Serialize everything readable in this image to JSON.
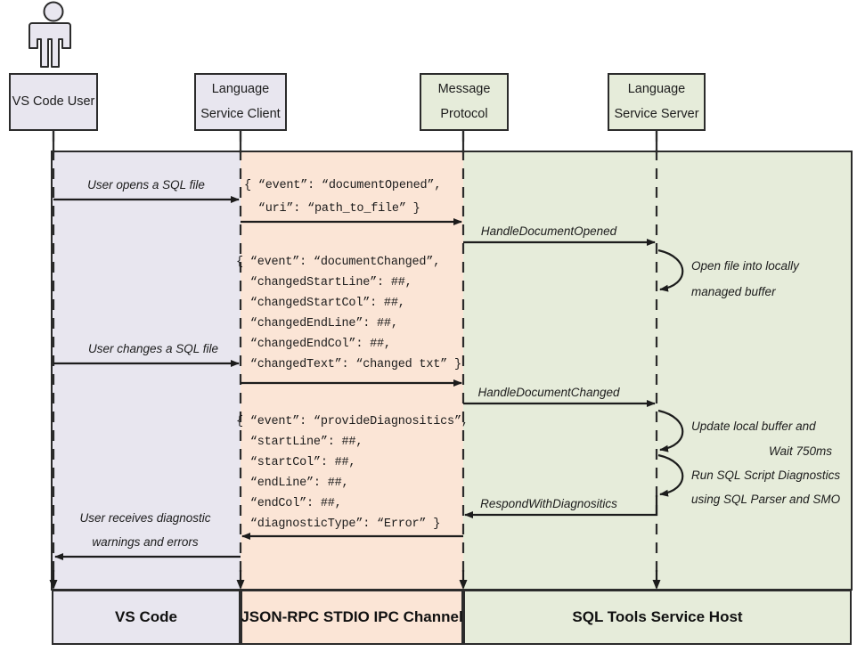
{
  "diagram": {
    "title": "SQL Tools Service Language Protocol Sequence",
    "actor_name": "stick-figure-actor",
    "colors": {
      "vscode_band": "#e8e6ef",
      "protocol_band": "#fbe5d6",
      "service_band": "#e6ecda",
      "stroke": "#2b2b2b",
      "text": "#1c1c1c"
    }
  },
  "participants": [
    {
      "id": "vs-code-user",
      "line1": "VS Code User",
      "line2": ""
    },
    {
      "id": "language-service-client",
      "line1": "Language",
      "line2": "Service Client"
    },
    {
      "id": "message-protocol",
      "line1": "Message",
      "line2": "Protocol"
    },
    {
      "id": "language-service-server",
      "line1": "Language",
      "line2": "Service Server"
    }
  ],
  "messages": [
    {
      "id": "user-opens-sql-file",
      "label": "User opens a SQL file"
    },
    {
      "id": "handle-document-opened",
      "label": "HandleDocumentOpened"
    },
    {
      "id": "user-changes-sql-file",
      "label": "User changes a SQL file"
    },
    {
      "id": "handle-document-changed",
      "label": "HandleDocumentChanged"
    },
    {
      "id": "respond-with-diagnositics",
      "label": "RespondWithDiagnositics"
    },
    {
      "id": "user-receives-diagnostics-l1",
      "label": "User receives diagnostic"
    },
    {
      "id": "user-receives-diagnostics-l2",
      "label": "warnings and errors"
    }
  ],
  "payloads": {
    "document_opened": [
      "{ “event”: “documentOpened”,",
      "  “uri”: “path_to_file” }"
    ],
    "document_changed": [
      "{ “event”: “documentChanged”,",
      "  “changedStartLine”: ##,",
      "  “changedStartCol”: ##,",
      "  “changedEndLine”: ##,",
      "  “changedEndCol”: ##,",
      "  “changedText”: “changed txt” }"
    ],
    "provide_diagnositics": [
      "{ “event”: “provideDiagnositics”,",
      "  “startLine”: ##,",
      "  “startCol”: ##,",
      "  “endLine”: ##,",
      "  “endCol”: ##,",
      "  “diagnosticType”: “Error” }"
    ]
  },
  "self_notes": [
    {
      "id": "open-file-buffer",
      "line1": "Open file into locally",
      "line2": "managed buffer"
    },
    {
      "id": "update-buffer-wait",
      "line1": "Update local buffer and",
      "line2": "Wait 750ms"
    },
    {
      "id": "run-diagnostics",
      "line1": "Run SQL Script Diagnostics",
      "line2": "using SQL Parser and SMO"
    }
  ],
  "footer": [
    {
      "id": "footer-vs-code",
      "label": "VS Code"
    },
    {
      "id": "footer-jsonrpc",
      "label": "JSON-RPC STDIO IPC Channel"
    },
    {
      "id": "footer-sql-tools",
      "label": "SQL Tools Service Host"
    }
  ]
}
